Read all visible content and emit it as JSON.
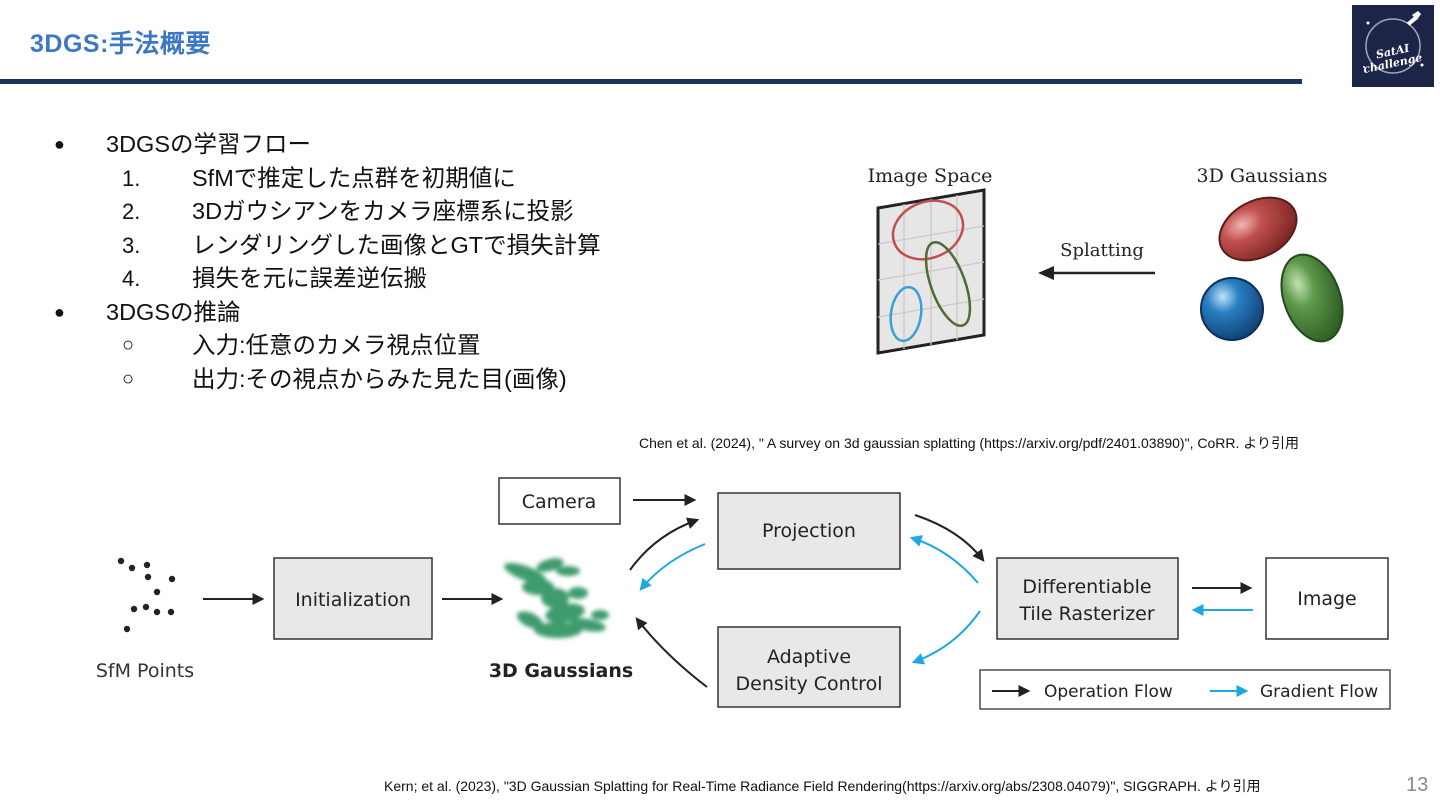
{
  "header": {
    "title": "3DGS:手法概要",
    "logo_text": [
      "SatAI",
      "challenge"
    ]
  },
  "bullets": [
    {
      "marker": "●",
      "text": "3DGSの学習フロー",
      "children": [
        {
          "marker": "1.",
          "text": "SfMで推定した点群を初期値に"
        },
        {
          "marker": "2.",
          "text": "3Dガウシアンをカメラ座標系に投影"
        },
        {
          "marker": "3.",
          "text": "レンダリングした画像とGTで損失計算"
        },
        {
          "marker": "4.",
          "text": "損失を元に誤差逆伝搬"
        }
      ]
    },
    {
      "marker": "●",
      "text": "3DGSの推論",
      "children": [
        {
          "marker": "○",
          "text": "入力:任意のカメラ視点位置"
        },
        {
          "marker": "○",
          "text": "出力:その視点からみた見た目(画像)"
        }
      ]
    }
  ],
  "splat_figure": {
    "image_space_label": "Image Space",
    "gaussians_label": "3D Gaussians",
    "splatting_label": "Splatting",
    "colors": {
      "red": "#c0504d",
      "green": "#5e9a4b",
      "blue": "#2a7fc1"
    }
  },
  "citation_top": "Chen et al. (2024), \" A survey on 3d gaussian splatting (https://arxiv.org/pdf/2401.03890)\", CoRR. より引用",
  "pipeline": {
    "sfm_label": "SfM Points",
    "initialization": "Initialization",
    "gaussians_label": "3D Gaussians",
    "camera": "Camera",
    "projection": "Projection",
    "adaptive_line1": "Adaptive",
    "adaptive_line2": "Density Control",
    "rasterizer_line1": "Differentiable",
    "rasterizer_line2": "Tile Rasterizer",
    "image": "Image",
    "legend_operation": "Operation Flow",
    "legend_gradient": "Gradient Flow",
    "colors": {
      "operation": "#222222",
      "gradient": "#1ea7e1",
      "box_fill": "#e8e8e8",
      "gaussian": "#1c8a55"
    }
  },
  "citation_bottom": "Kern; et al. (2023), \"3D Gaussian Splatting for Real-Time Radiance Field Rendering(https://arxiv.org/abs/2308.04079)\", SIGGRAPH. より引用",
  "page_number": "13"
}
